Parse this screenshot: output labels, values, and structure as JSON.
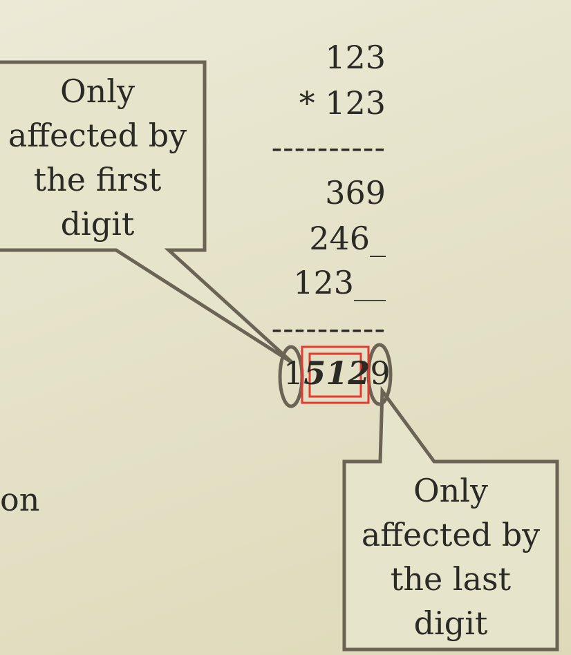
{
  "multiplication": {
    "multiplicand": "123",
    "multiplier": "* 123",
    "separator1": "----------",
    "partial1": "369",
    "partial2": "246_",
    "partial3": "123__",
    "separator2": "----------",
    "result_first": "1",
    "result_middle": "512",
    "result_last": "9"
  },
  "callouts": {
    "first_digit": [
      "Only",
      "affected by",
      "the first",
      "digit"
    ],
    "last_digit": [
      "Only",
      "affected by",
      "the last",
      "digit"
    ]
  },
  "cut_off_text": {
    "left_fragment": "on"
  },
  "colors": {
    "outline": "#6b6353",
    "highlight": "#e53a2f"
  }
}
